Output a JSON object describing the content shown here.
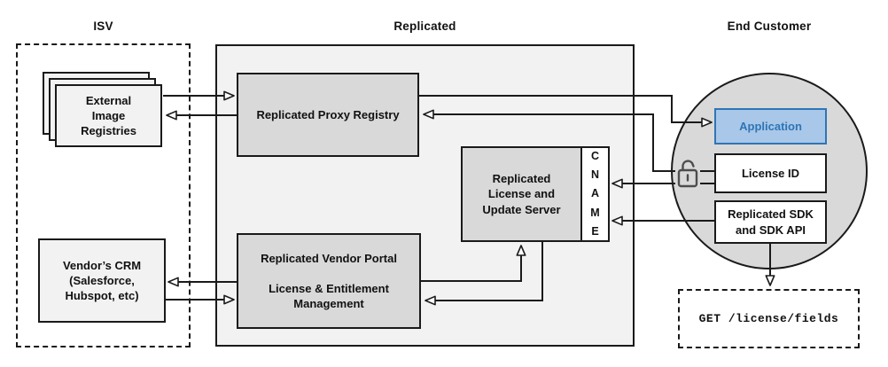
{
  "sections": {
    "isv": {
      "title": "ISV"
    },
    "replicated": {
      "title": "Replicated"
    },
    "end_customer": {
      "title": "End Customer"
    }
  },
  "nodes": {
    "external_registries": {
      "label": "External\nImage\nRegistries"
    },
    "proxy_registry": {
      "label": "Replicated Proxy Registry"
    },
    "license_update_server": {
      "label": "Replicated\nLicense and\nUpdate Server"
    },
    "cname": {
      "label": "CNAME"
    },
    "vendor_portal": {
      "label": "Replicated Vendor Portal\n\nLicense & Entitlement\nManagement"
    },
    "vendor_crm": {
      "label": "Vendor’s CRM\n(Salesforce,\nHubspot, etc)"
    },
    "application": {
      "label": "Application"
    },
    "license_id": {
      "label": "License ID"
    },
    "sdk": {
      "label": "Replicated SDK\nand SDK API"
    },
    "get_request": {
      "label": "GET /license/fields"
    }
  },
  "icons": {
    "unlock": "open-padlock-icon"
  },
  "colors": {
    "container_fill": "#f2f2f2",
    "node_fill": "#d9d9d9",
    "light_node_fill": "#f2f2f2",
    "circle_fill": "#d9d9d9",
    "line": "#1a1a1a",
    "application_fill": "#a9c7e8",
    "application_border": "#2e75b6",
    "application_text": "#2e75b6",
    "padlock": "#4d4d4d",
    "arrowhead_fill": "#ffffff"
  },
  "edges": [
    {
      "from": "external-image-registries",
      "to": "replicated-proxy-registry"
    },
    {
      "from": "replicated-proxy-registry",
      "to": "external-image-registries"
    },
    {
      "from": "replicated-proxy-registry",
      "to": "application"
    },
    {
      "from": "license-id",
      "to": "replicated-proxy-registry"
    },
    {
      "from": "license-id",
      "to": "cname"
    },
    {
      "from": "replicated-sdk-and-sdk-api",
      "to": "cname"
    },
    {
      "from": "replicated-vendor-portal",
      "to": "vendors-crm"
    },
    {
      "from": "vendors-crm",
      "to": "replicated-vendor-portal"
    },
    {
      "from": "replicated-vendor-portal",
      "to": "replicated-license-and-update-server"
    },
    {
      "from": "replicated-license-and-update-server",
      "to": "replicated-vendor-portal"
    },
    {
      "from": "replicated-sdk-and-sdk-api",
      "to": "get-license-fields"
    }
  ]
}
